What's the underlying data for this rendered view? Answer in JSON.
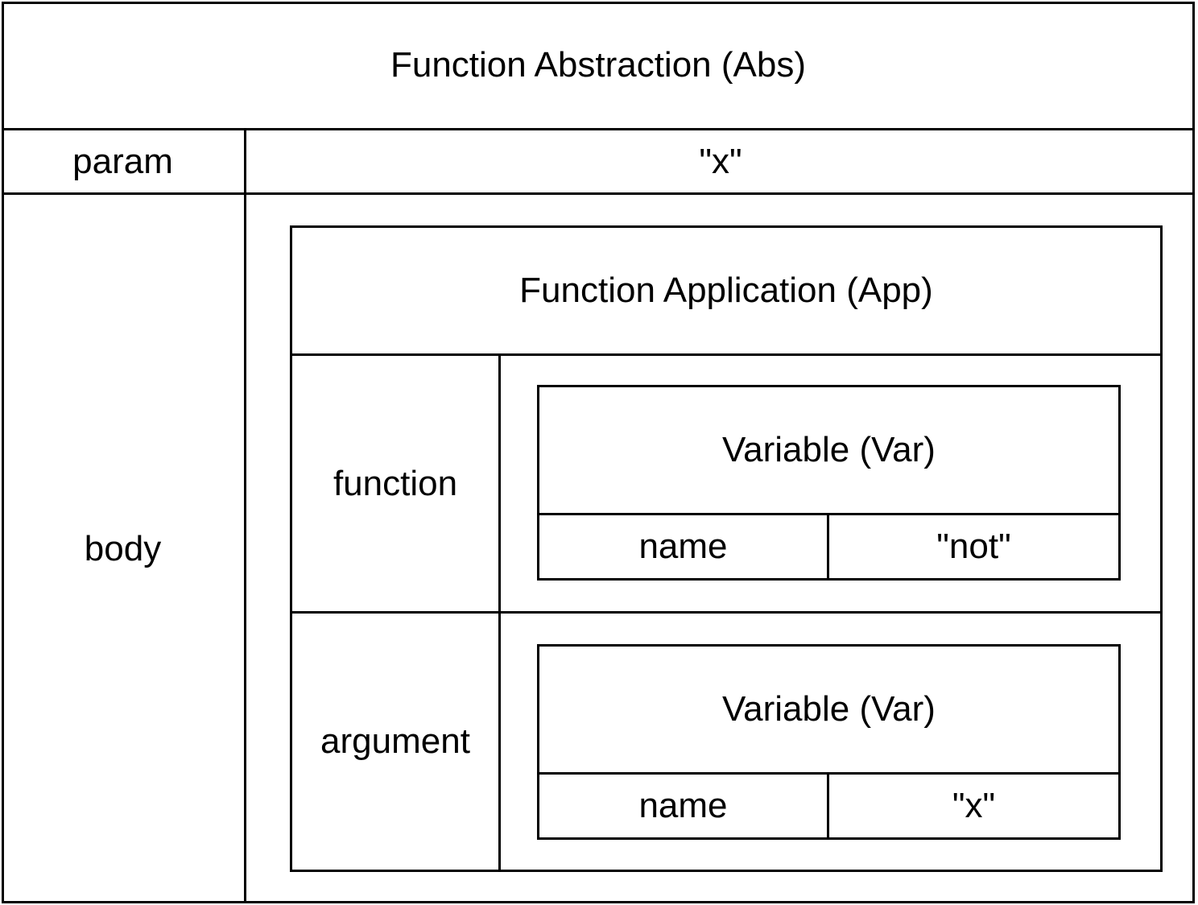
{
  "abs": {
    "title": "Function Abstraction (Abs)",
    "param_label": "param",
    "param_value": "\"x\"",
    "body_label": "body"
  },
  "app": {
    "title": "Function Application (App)",
    "function_label": "function",
    "argument_label": "argument"
  },
  "var_function": {
    "title": "Variable (Var)",
    "name_label": "name",
    "name_value": "\"not\""
  },
  "var_argument": {
    "title": "Variable (Var)",
    "name_label": "name",
    "name_value": "\"x\""
  }
}
